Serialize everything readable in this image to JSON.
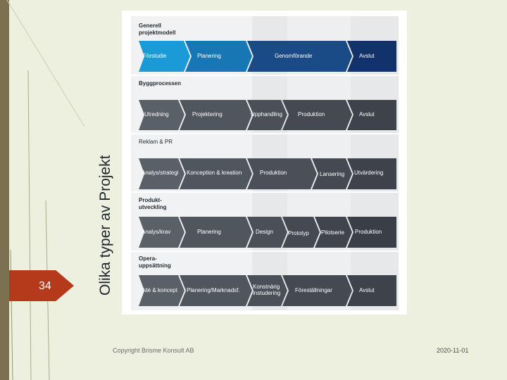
{
  "slide": {
    "page_number": "34",
    "vertical_title": "Olika typer av Projekt",
    "copyright": "Copyright Brisme Konsult AB",
    "date": "2020-11-01"
  },
  "colors": {
    "accent_red": "#b5391b",
    "dark_arrow": "#4b5058",
    "blue_light": "#1a9ad6",
    "blue_mid": "#1777b5",
    "blue_dark": "#12326b"
  },
  "sections": [
    {
      "label": "Generell\nprojektmodell",
      "arrows": [
        "Förstudie",
        "Planering",
        "Genomförande",
        "Avslut"
      ]
    },
    {
      "label": "Byggprocessen",
      "arrows": [
        "Utredning",
        "Projektering",
        "Upphandling",
        "Produktion",
        "Avslut"
      ]
    },
    {
      "label": "Reklam & PR",
      "arrows": [
        "Analys/strategi",
        "Konception & kreation",
        "Produktion",
        "Lansering",
        "Utvärdering"
      ]
    },
    {
      "label": "Produkt-\nutveckling",
      "arrows": [
        "Analys/krav",
        "Planering",
        "Design",
        "Prototyp",
        "Pilotserie",
        "Produktion"
      ]
    },
    {
      "label": "Opera-\nuppsättning",
      "arrows": [
        "Idé & koncept",
        "Planering/Marknadsf.",
        "Konstnärig\ninstudering",
        "Föreställningar",
        "Avslut"
      ]
    }
  ]
}
